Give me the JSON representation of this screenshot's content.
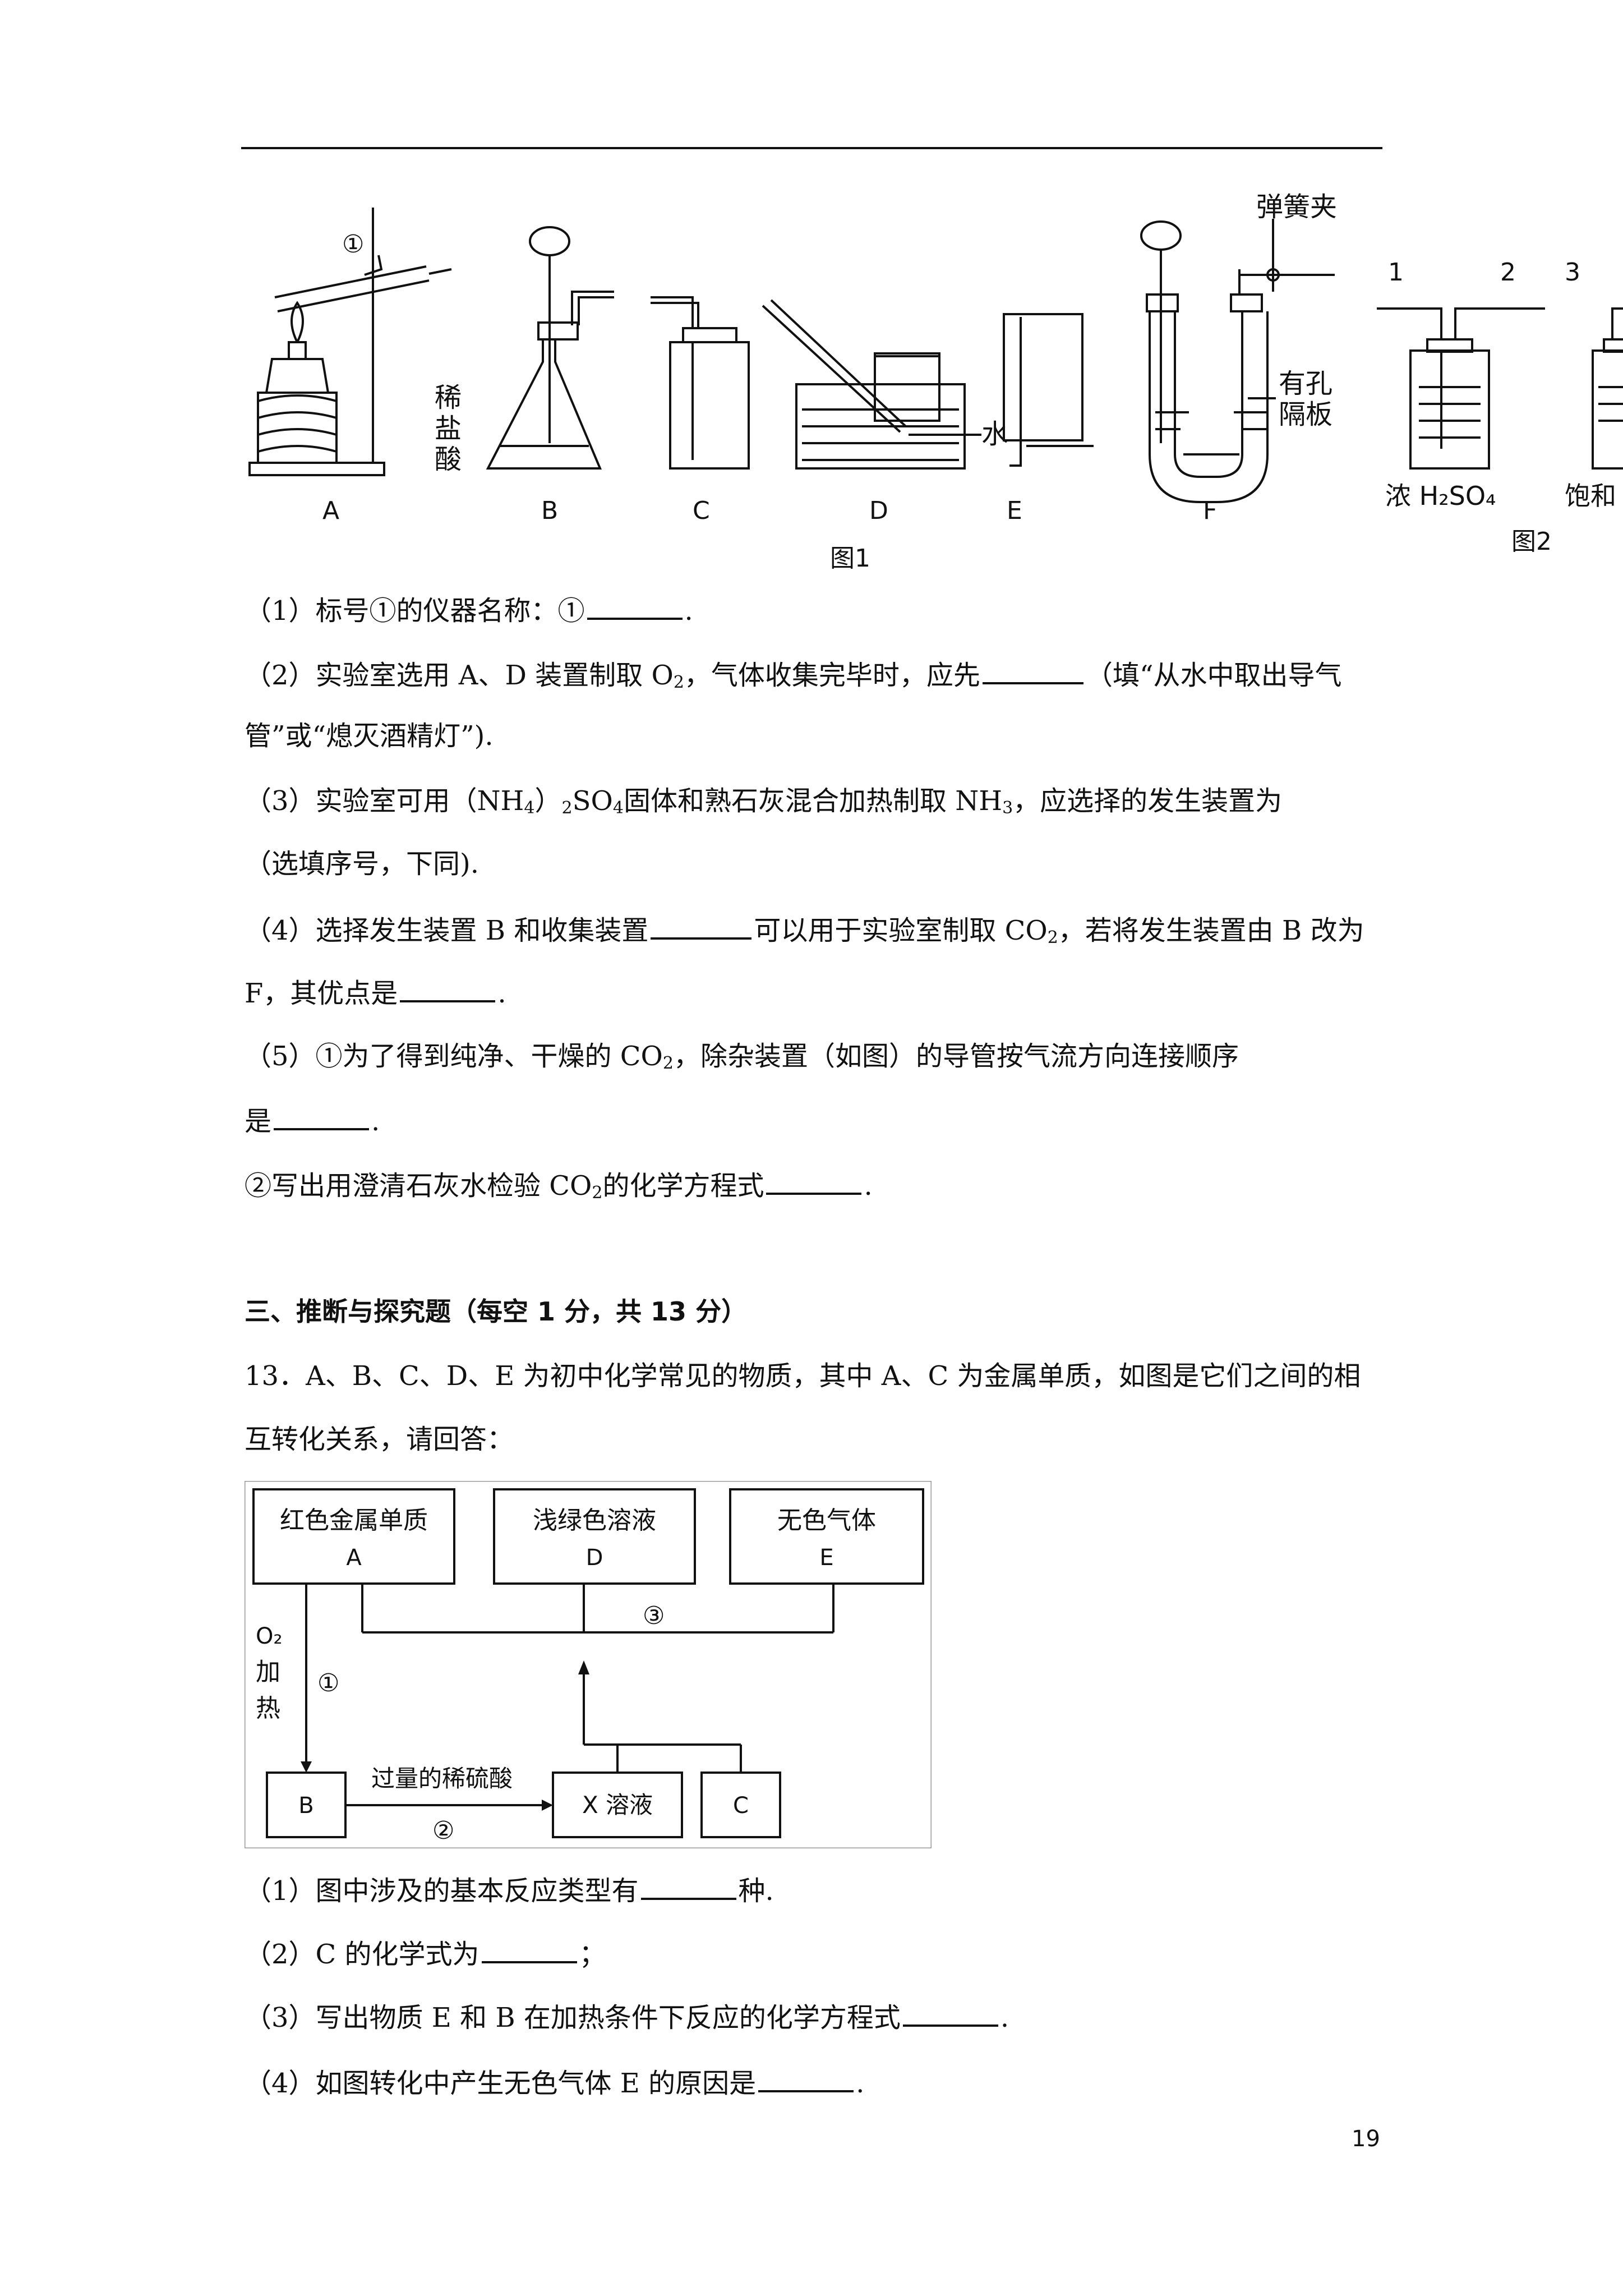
{
  "figure1": {
    "caption": "图1",
    "label_A": "A",
    "label_B": "B",
    "label_C": "C",
    "label_D": "D",
    "label_E": "E",
    "label_F": "F",
    "marker_1": "①",
    "acid_label_1": "稀",
    "acid_label_2": "盐",
    "acid_label_3": "酸",
    "water_label": "水",
    "clip_label": "弹簧夹",
    "plate_label_1": "有孔",
    "plate_label_2": "隔板"
  },
  "figure2": {
    "caption": "图2",
    "port_1": "1",
    "port_2": "2",
    "port_3": "3",
    "bottle_1_label": "浓 H₂SO₄",
    "bottle_2_label": "饱和"
  },
  "questions12": {
    "q1": "（1）标号①的仪器名称：①",
    "q2_part1": "（2）实验室选用 A、D 装置制取 O",
    "q2_part2": "，气体收集完毕时，应先",
    "q2_part3": "（填“从水中取出导气",
    "q2_line2": "管”或“熄灭酒精灯”).",
    "q3_part1": "（3）实验室可用（NH",
    "q3_part2": "）",
    "q3_part3": "SO",
    "q3_part4": "固体和熟石灰混合加热制取 NH",
    "q3_part5": "，应选择的发生装置为",
    "q3_line2": "（选填序号，下同).",
    "q4_part1": "（4）选择发生装置 B 和收集装置",
    "q4_part2": "可以用于实验室制取 CO",
    "q4_part3": "，若将发生装置由 B 改为",
    "q4_line2": "F，其优点是",
    "q5_part1": "（5）①为了得到纯净、干燥的 CO",
    "q5_part2": "，除杂装置（如图）的导管按气流方向连接顺序",
    "q5_line2": "是",
    "q5b_part1": "②写出用澄清石灰水检验 CO",
    "q5b_part2": "的化学方程式",
    "period": "."
  },
  "section3": {
    "heading": "三、推断与探究题（每空 1 分，共 13 分）",
    "q13_line1": "13．A、B、C、D、E 为初中化学常见的物质，其中 A、C 为金属单质，如图是它们之间的相",
    "q13_line2": "互转化关系，请回答："
  },
  "diagram": {
    "box_A_line1": "红色金属单质",
    "box_A_line2": "A",
    "box_D_line1": "浅绿色溶液",
    "box_D_line2": "D",
    "box_E_line1": "无色气体",
    "box_E_line2": "E",
    "box_B": "B",
    "box_X": "X 溶液",
    "box_C": "C",
    "cond_O2": "O₂",
    "cond_heat_1": "加",
    "cond_heat_2": "热",
    "step_1": "①",
    "step_2": "②",
    "step_3": "③",
    "acid_label": "过量的稀硫酸"
  },
  "questions13": {
    "q1_part1": "（1）图中涉及的基本反应类型有",
    "q1_part2": "种.",
    "q2_part1": "（2）C 的化学式为",
    "q2_part2": "；",
    "q3_part1": "（3）写出物质 E 和 B 在加热条件下反应的化学方程式",
    "q4_part1": "（4）如图转化中产生无色气体 E 的原因是",
    "period": "."
  },
  "page_number": "19"
}
